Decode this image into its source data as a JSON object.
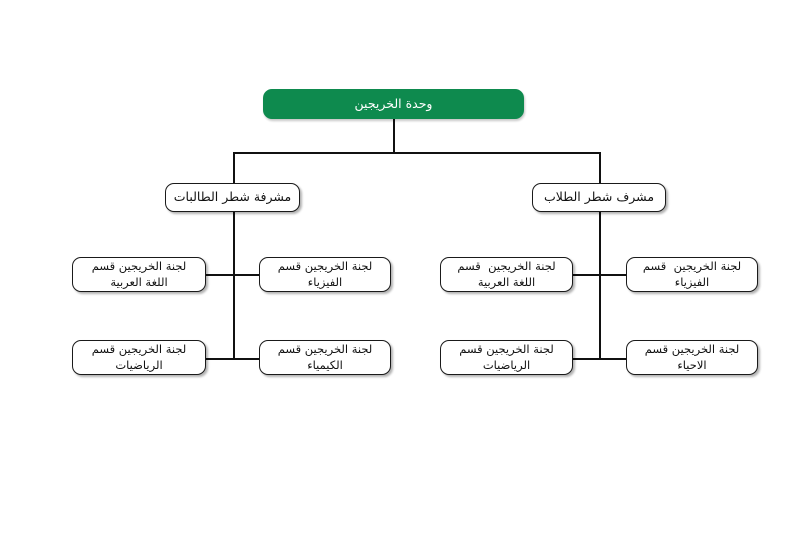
{
  "chart": {
    "title_text": "وحدة الخريجين",
    "direction": "rtl",
    "background_color": "#ffffff",
    "accent_color": "#0e8a4e",
    "line_color": "#111111",
    "box_border_color": "#1a1a1a",
    "root": {
      "label": "وحدة الخريجين"
    },
    "supervisors": {
      "female": {
        "label": "مشرفة شطر الطالبات"
      },
      "male": {
        "label": "مشرف شطر الطلاب"
      }
    },
    "committees": {
      "female_arabic": {
        "line1": "لجنة الخريجين قسم",
        "line2": "اللغة العربية"
      },
      "female_physics": {
        "line1": "لجنة الخريجين قسم",
        "line2": "الفيزياء"
      },
      "female_math": {
        "line1": "لجنة الخريجين قسم",
        "line2": "الرياضيات"
      },
      "female_chemistry": {
        "line1": "لجنة الخريجين قسم",
        "line2": "الكيمياء"
      },
      "male_arabic": {
        "line1": "لجنة الخريجين  قسم",
        "line2": "اللغة العربية"
      },
      "male_physics": {
        "line1": "لجنة الخريجين  قسم",
        "line2": "الفيزياء"
      },
      "male_math": {
        "line1": "لجنة الخريجين قسم",
        "line2": "الرياضيات"
      },
      "male_biology": {
        "line1": "لجنة الخريجين قسم",
        "line2": "الاحياء"
      }
    }
  }
}
